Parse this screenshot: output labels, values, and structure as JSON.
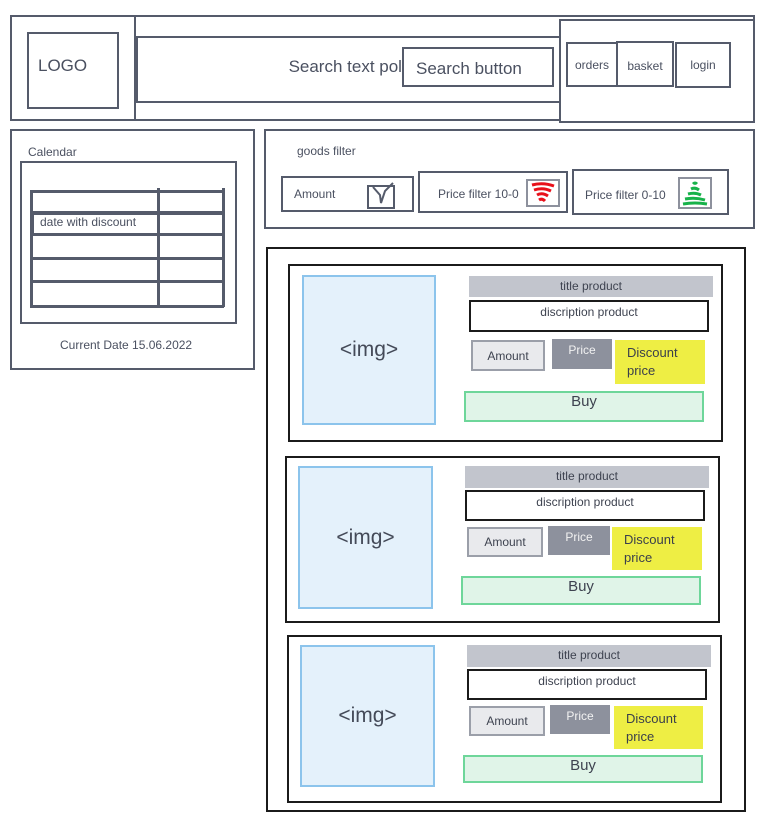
{
  "header": {
    "logo": "LOGO",
    "search_placeholder": "Search text pole",
    "search_button": "Search button",
    "nav": {
      "orders": "orders",
      "basket": "basket",
      "login": "login"
    }
  },
  "calendar": {
    "title": "Calendar",
    "discount_label": "date with discount",
    "current_date": "Current Date 15.06.2022"
  },
  "filter": {
    "title": "goods filter",
    "amount": "Amount",
    "price_desc": "Price filter 10-0",
    "price_asc": "Price filter 0-10",
    "colors": {
      "desc_icon": "#e8101a",
      "asc_icon": "#17b24a"
    }
  },
  "products": [
    {
      "img": "<img>",
      "title": "title product",
      "description": "discription product",
      "amount": "Amount",
      "price": "Price",
      "discount": "Discount price",
      "buy": "Buy"
    },
    {
      "img": "<img>",
      "title": "title product",
      "description": "discription product",
      "amount": "Amount",
      "price": "Price",
      "discount": "Discount price",
      "buy": "Buy"
    },
    {
      "img": "<img>",
      "title": "title product",
      "description": "discription product",
      "amount": "Amount",
      "price": "Price",
      "discount": "Discount price",
      "buy": "Buy"
    }
  ]
}
